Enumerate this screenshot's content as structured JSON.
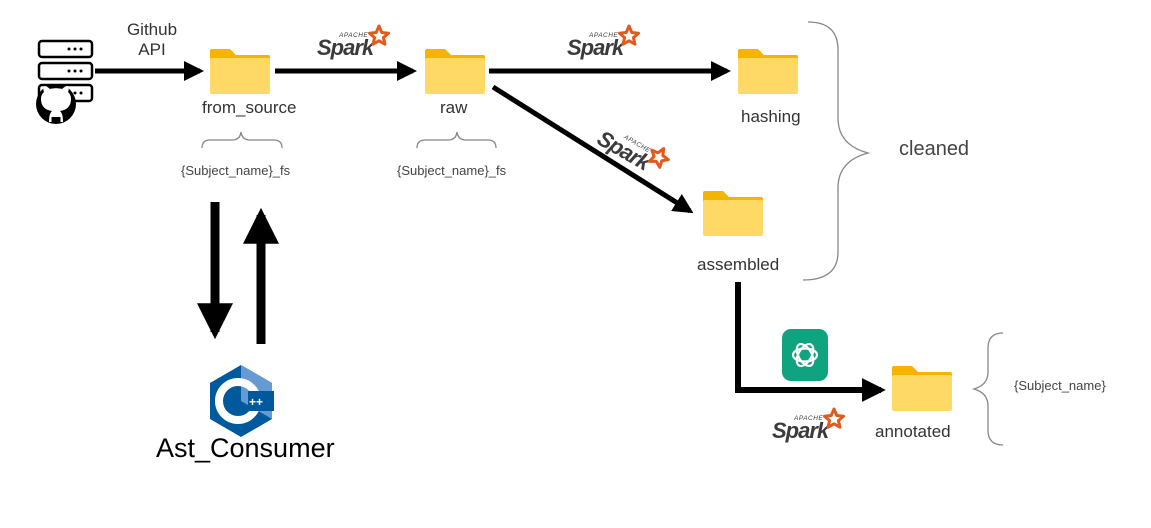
{
  "source": {
    "api_label_line1": "Github",
    "api_label_line2": "API"
  },
  "folders": {
    "from_source": "from_source",
    "raw": "raw",
    "hashing": "hashing",
    "assembled": "assembled",
    "annotated": "annotated"
  },
  "naming": {
    "from_source": "{Subject_name}_fs",
    "raw": "{Subject_name}_fs",
    "annotated": "{Subject_name}"
  },
  "group_label": "cleaned",
  "consumer_label": "Ast_Consumer",
  "spark": {
    "apache": "APACHE",
    "word": "Spark"
  },
  "colors": {
    "folder_front": "#FFD966",
    "folder_back": "#F4B400",
    "spark_star": "#E25A1C",
    "spark_text": "#3C3A3E",
    "openai": "#10A37F",
    "cpp_dark": "#00599C",
    "cpp_light": "#659AD2",
    "arrow": "#000000",
    "brace": "#888888"
  },
  "icons": [
    "server-icon",
    "github-icon",
    "folder-icon",
    "spark-logo",
    "openai-icon",
    "cpp-icon"
  ]
}
